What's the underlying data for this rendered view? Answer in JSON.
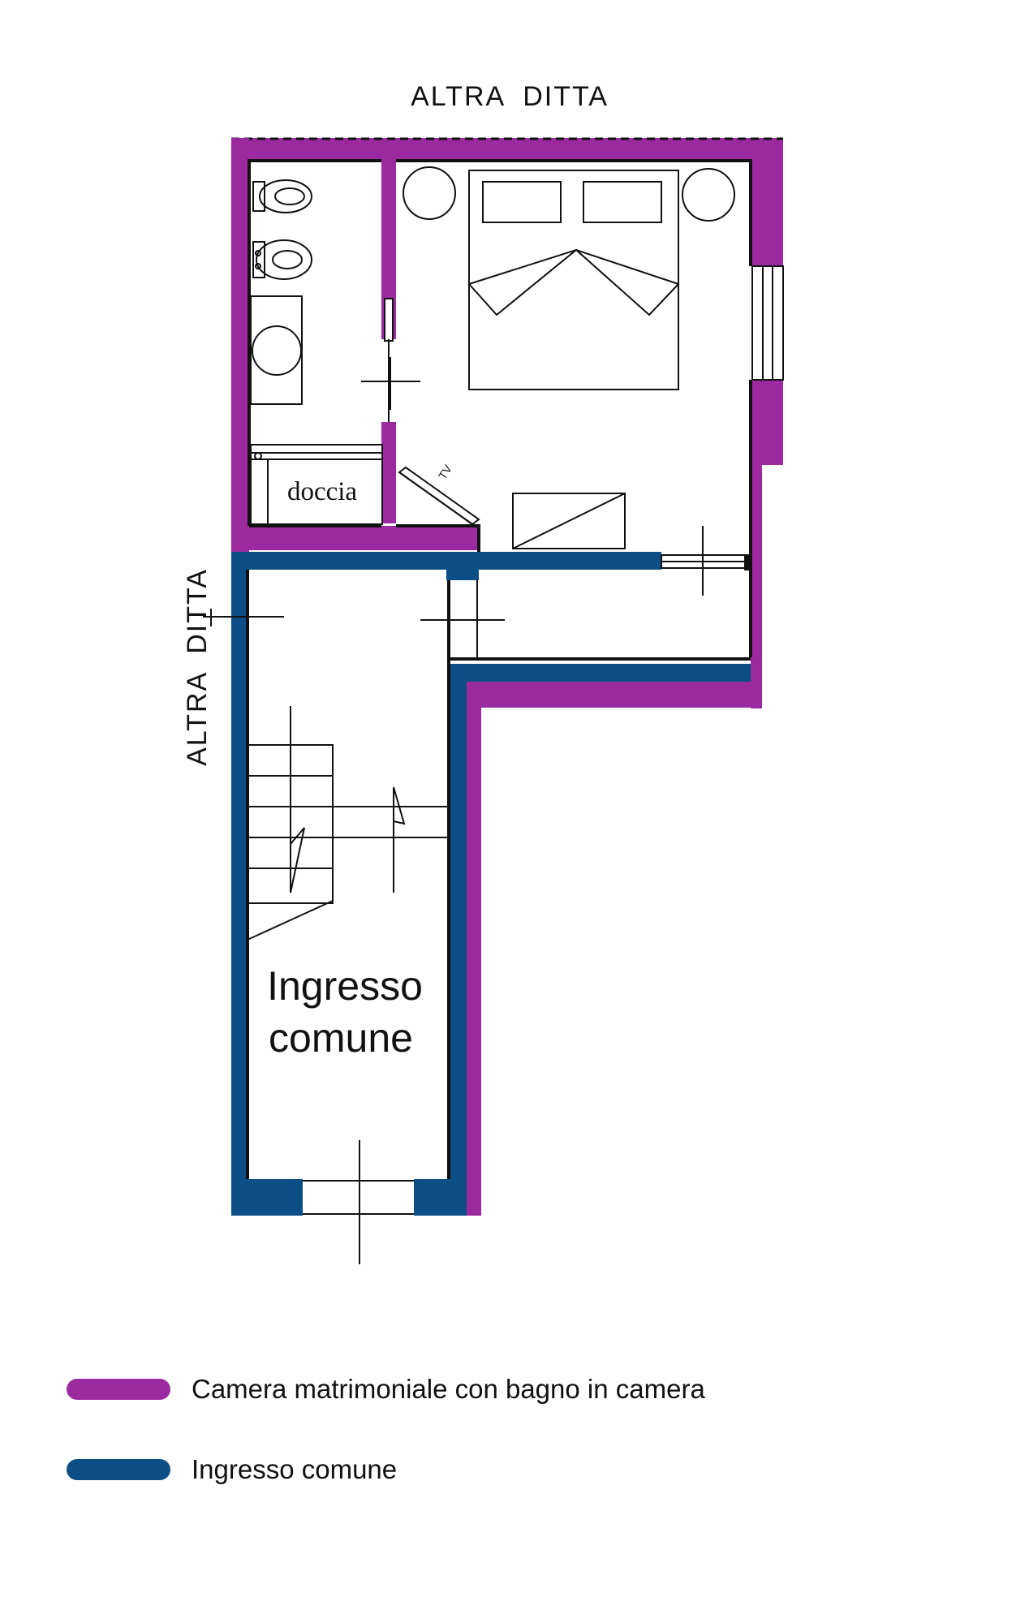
{
  "labels": {
    "top_neighbor": "ALTRA  DITTA",
    "left_neighbor": "ALTRA  DITTA",
    "shower": "doccia",
    "tv": "TV",
    "entrance_line1": "Ingresso",
    "entrance_line2": "comune"
  },
  "legend": [
    {
      "label": "Camera matrimoniale con bagno in camera",
      "color": "#9b2aa0"
    },
    {
      "label": "Ingresso comune",
      "color": "#0b4f86"
    }
  ],
  "colors": {
    "purple": "#9b2aa0",
    "blue": "#0b4f86",
    "line": "#111111"
  }
}
